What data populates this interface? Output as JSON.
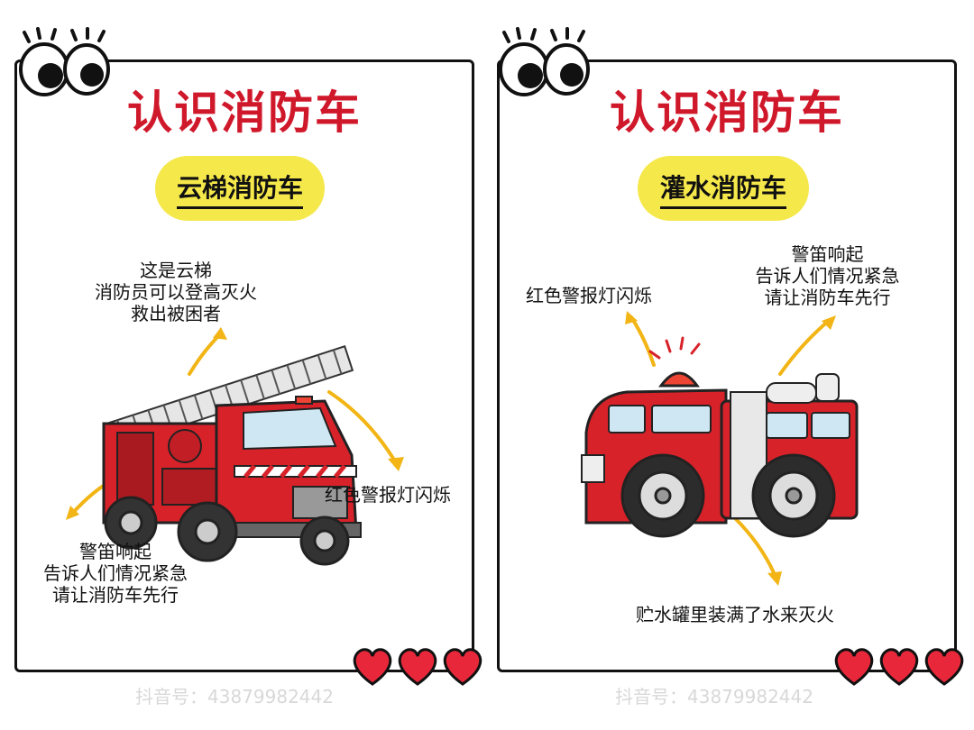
{
  "panels": [
    {
      "title": "认识消防车",
      "subtitle": "云梯消防车",
      "notes": {
        "top": [
          "这是云梯",
          "消防员可以登高灭火",
          "救出被困者"
        ],
        "right": "红色警报灯闪烁",
        "bottom": [
          "警笛响起",
          "告诉人们情况紧急",
          "请让消防车先行"
        ]
      },
      "watermark": "抖音号：43879982442"
    },
    {
      "title": "认识消防车",
      "subtitle": "灌水消防车",
      "notes": {
        "left": "红色警报灯闪烁",
        "top_right": [
          "警笛响起",
          "告诉人们情况紧急",
          "请让消防车先行"
        ],
        "bottom": "贮水罐里装满了水来灭火"
      },
      "watermark": "抖音号：43879982442"
    }
  ],
  "colors": {
    "title_red": "#d0182b",
    "pill_yellow": "#f5e84a",
    "truck_red": "#d8222a",
    "arrow_yellow": "#f2b515",
    "heart_red": "#e8283a"
  }
}
